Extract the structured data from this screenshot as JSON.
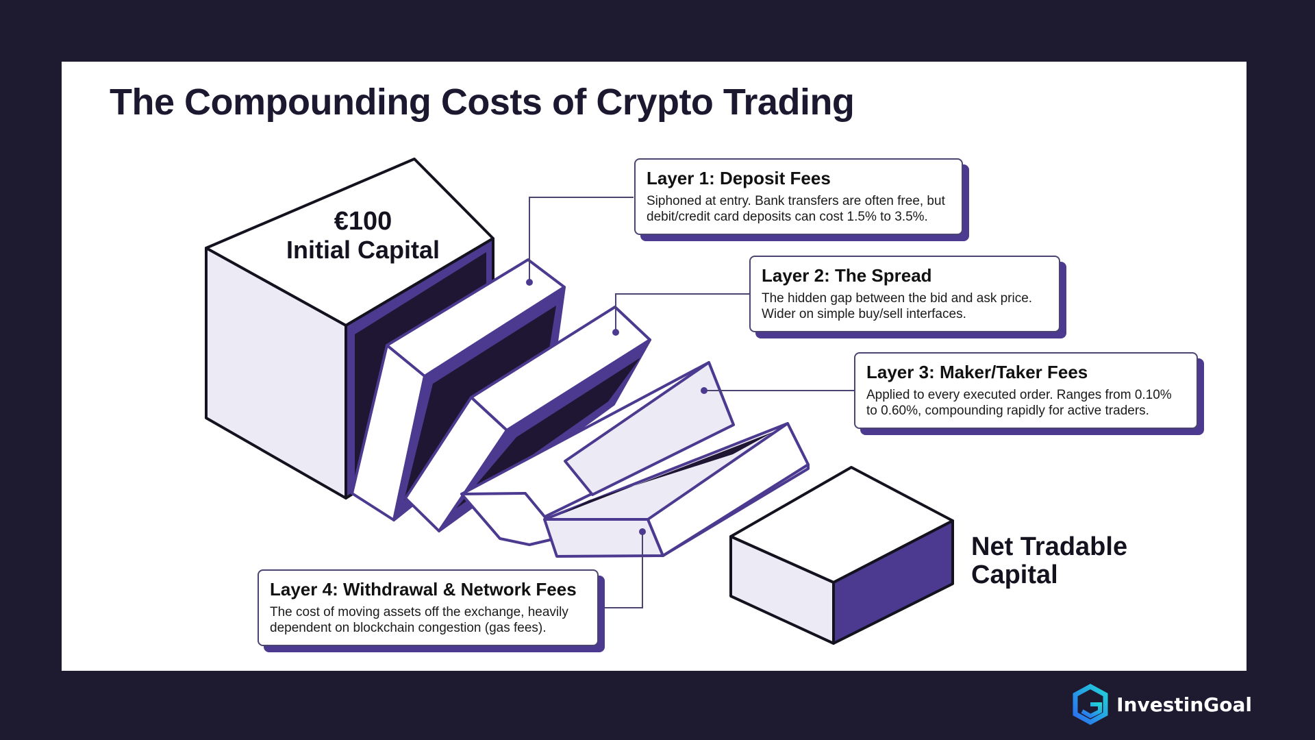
{
  "title": "The Compounding Costs of Crypto Trading",
  "initial_cube": {
    "amount": "€100",
    "label": "Initial Capital"
  },
  "final_cube": {
    "label_line1": "Net Tradable",
    "label_line2": "Capital"
  },
  "layers": [
    {
      "title": "Layer 1: Deposit Fees",
      "text": "Siphoned at entry. Bank transfers are often free, but debit/credit card deposits can cost 1.5% to 3.5%."
    },
    {
      "title": "Layer 2: The Spread",
      "text": "The hidden gap between the bid and ask price. Wider on simple buy/sell interfaces."
    },
    {
      "title": "Layer 3: Maker/Taker Fees",
      "text": "Applied to every executed order. Ranges from 0.10% to 0.60%, compounding rapidly for active traders."
    },
    {
      "title": "Layer 4: Withdrawal & Network Fees",
      "text": "The cost of moving assets off the exchange, heavily dependent on blockchain congestion (gas fees)."
    }
  ],
  "brand": {
    "name": "InvestinGoal"
  },
  "colors": {
    "background": "#1e1a30",
    "accent": "#4b3a8f",
    "dark": "#1e1633",
    "face_light": "#eceaf5"
  }
}
